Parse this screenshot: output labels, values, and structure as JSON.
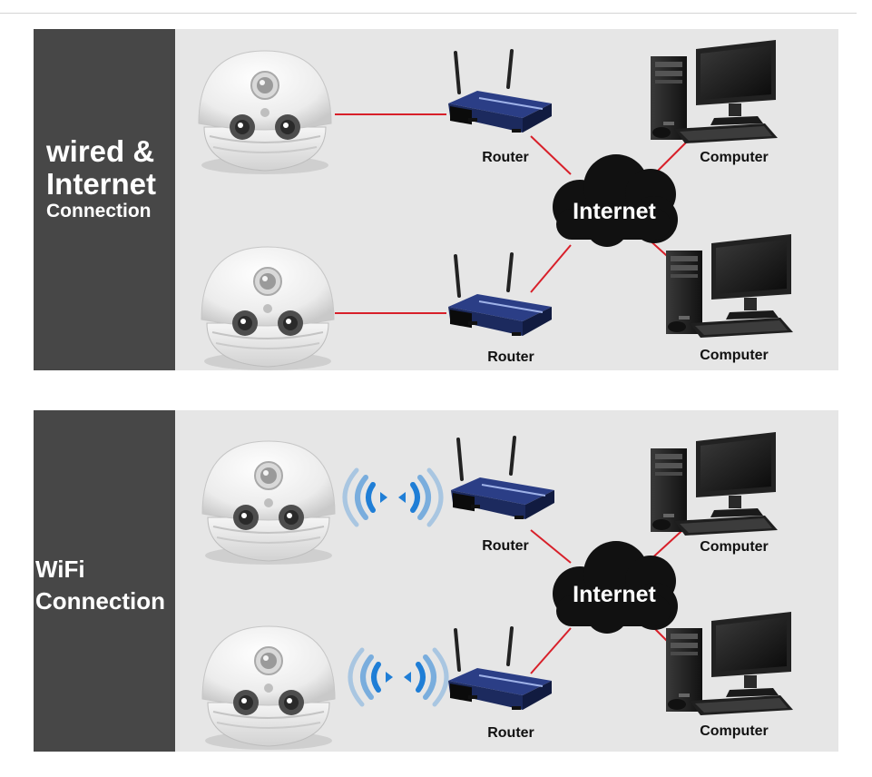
{
  "panels": [
    {
      "title_line1": "wired &",
      "title_line2": "Internet",
      "title_line3": "Connection",
      "router_top": "Router",
      "router_bottom": "Router",
      "cloud": "Internet",
      "computer_top": "Computer",
      "computer_bottom": "Computer"
    },
    {
      "title_line1": "WiFi",
      "title_line2": "Connection",
      "router_top": "Router",
      "router_bottom": "Router",
      "cloud": "Internet",
      "computer_top": "Computer",
      "computer_bottom": "Computer"
    }
  ],
  "colors": {
    "sidebar": "#474747",
    "stage": "#e6e6e6",
    "link_line": "#d8202a",
    "cloud": "#111111",
    "router": "#2b3e86",
    "wifi_signal": "#1f7ed6"
  },
  "icons": [
    "dome-camera-icon",
    "router-icon",
    "internet-cloud-icon",
    "desktop-computer-icon",
    "wifi-signal-icon"
  ]
}
